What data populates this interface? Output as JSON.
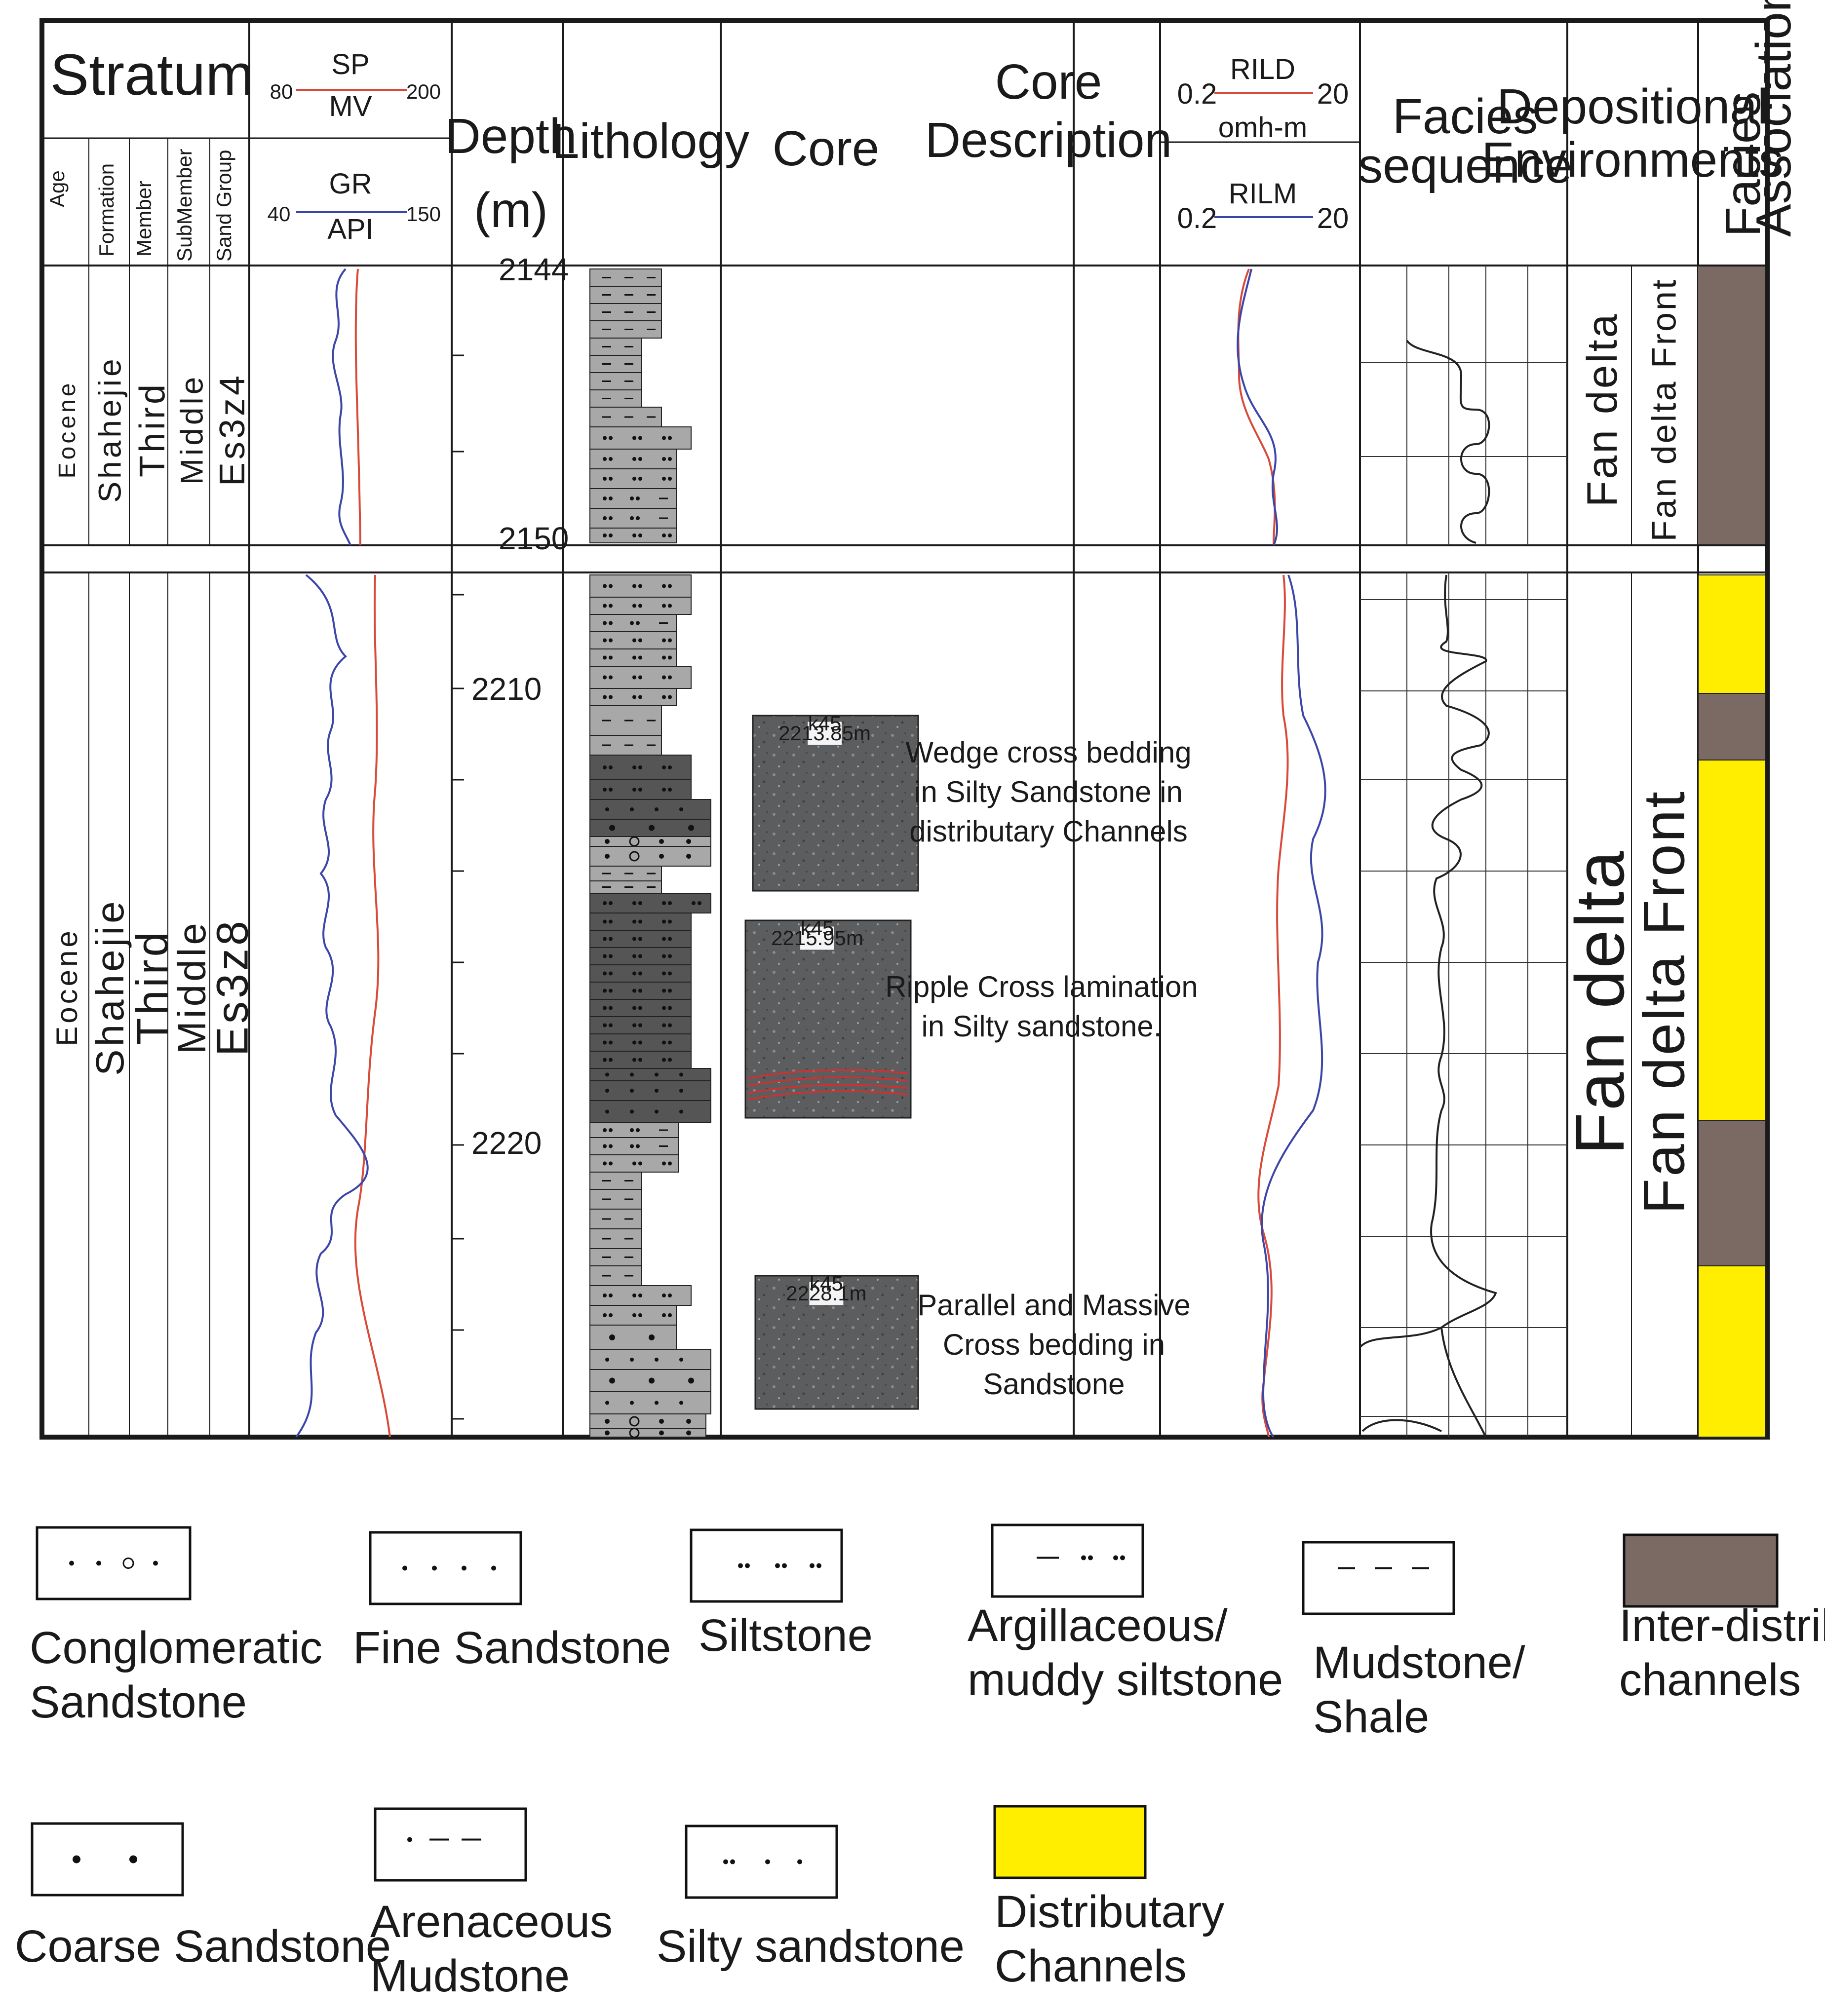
{
  "header": {
    "stratum": "Stratum",
    "age": "Age",
    "formation": "Formation",
    "member": "Member",
    "submember": "SubMember",
    "sand_group": "Sand Group",
    "sp": {
      "name": "SP",
      "min": "80",
      "max": "200",
      "unit": "MV"
    },
    "gr": {
      "name": "GR",
      "min": "40",
      "max": "150",
      "unit": "API"
    },
    "depth": "Depth",
    "depth_unit": "(m)",
    "lithology": "Lithology",
    "core": "Core",
    "core_description": "Core Description",
    "rild": {
      "name": "RILD",
      "min": "0.2",
      "max": "20",
      "unit": "omh-m"
    },
    "rilm": {
      "name": "RILM",
      "min": "0.2",
      "max": "20"
    },
    "facies_sequence": "Facies sequence",
    "depositional_environments": "Depositional Environments",
    "facies_associations": "Facies Associations"
  },
  "sections": [
    {
      "age": "Eocene",
      "formation": "Shahejie",
      "member": "Third",
      "submember": "Middle",
      "sand_group": "Es3z4",
      "depth_top": "2144",
      "depth_bottom": "2150",
      "env1": "Fan delta",
      "env2": "Fan delta Front"
    },
    {
      "age": "Eocene",
      "formation": "Shahejie",
      "member": "Third",
      "submember": "Middle",
      "sand_group": "Es3z8",
      "depth_labels": [
        "2210",
        "2220"
      ],
      "env1": "Fan delta",
      "env2": "Fan delta   Front"
    }
  ],
  "core_photos": [
    {
      "tag": "k45",
      "depth": "2213.85m"
    },
    {
      "tag": "k45",
      "depth": "2215.95m"
    },
    {
      "tag": "k45",
      "depth": "2228.1m"
    }
  ],
  "core_descriptions": [
    [
      "Wedge cross bedding",
      "in Silty Sandstone in",
      "distributary Channels"
    ],
    [
      "Ripple Cross lamination",
      "in Silty sandstone."
    ],
    [
      "Parallel and Massive",
      "Cross bedding in",
      "Sandstone"
    ]
  ],
  "facies_colors": {
    "channel": "#ffee00",
    "inter_channel": "#7a6a63"
  },
  "facies_associations": [
    "channel",
    "inter_channel",
    "channel",
    "inter_channel",
    "channel"
  ],
  "legend": [
    {
      "key": "conglomeratic_sandstone",
      "label": [
        "Conglomeratic",
        "Sandstone"
      ]
    },
    {
      "key": "fine_sandstone",
      "label": [
        "Fine Sandstone"
      ]
    },
    {
      "key": "siltstone",
      "label": [
        "Siltstone"
      ]
    },
    {
      "key": "argillaceous_siltstone",
      "label": [
        "Argillaceous/",
        "muddy siltstone"
      ]
    },
    {
      "key": "mudstone_shale",
      "label": [
        "Mudstone/",
        "Shale"
      ]
    },
    {
      "key": "inter_distributary",
      "label": [
        "Inter-distributary",
        "channels"
      ]
    },
    {
      "key": "coarse_sandstone",
      "label": [
        "Coarse Sandstone"
      ]
    },
    {
      "key": "arenaceous_mudstone",
      "label": [
        "Arenaceous",
        "Mudstone"
      ]
    },
    {
      "key": "silty_sandstone",
      "label": [
        "Silty sandstone"
      ]
    },
    {
      "key": "distributary_channels",
      "label": [
        "Distributary",
        "Channels"
      ]
    }
  ]
}
